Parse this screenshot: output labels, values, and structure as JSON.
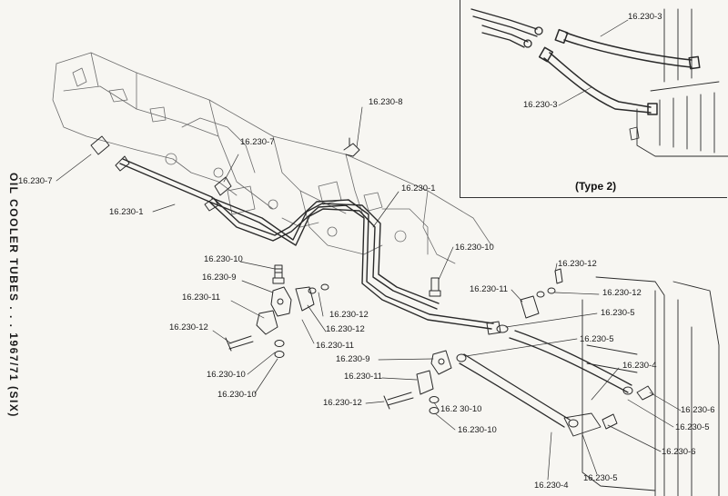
{
  "side_title": "OIL COOLER TUBES . . . 1967/71 (SIX)",
  "inset": {
    "caption": "(Type 2)"
  },
  "labels": {
    "l1": "16.230-7",
    "l2": "16.230-7",
    "l3": "16.230-1",
    "l4": "16.230-8",
    "l5": "16.230-1",
    "l6": "16.230-10",
    "l7": "16.230-9",
    "l8": "16.230-11",
    "l9": "16.230-12",
    "l10": "16.230-12",
    "l11": "16.230-12",
    "l12": "16.230-11",
    "l13": "16.230-10",
    "l14": "16.230-10",
    "l15": "16.230-10",
    "l16": "16.230-11",
    "l17": "16.230-12",
    "l18": "16.230-12",
    "l19": "16.230-5",
    "l20": "16.230-5",
    "l21": "16.230-9",
    "l22": "16.230-11",
    "l23": "16.230-12",
    "l24": "16.2 30-10",
    "l25": "16.230-10",
    "l26": "16.230-4",
    "l27": "16.230-6",
    "l28": "16.230-5",
    "l29": "16.230-6",
    "l30": "16.230-4",
    "l31": "16.230-5",
    "l32": "16.230-3",
    "l33": "16.230-3"
  }
}
